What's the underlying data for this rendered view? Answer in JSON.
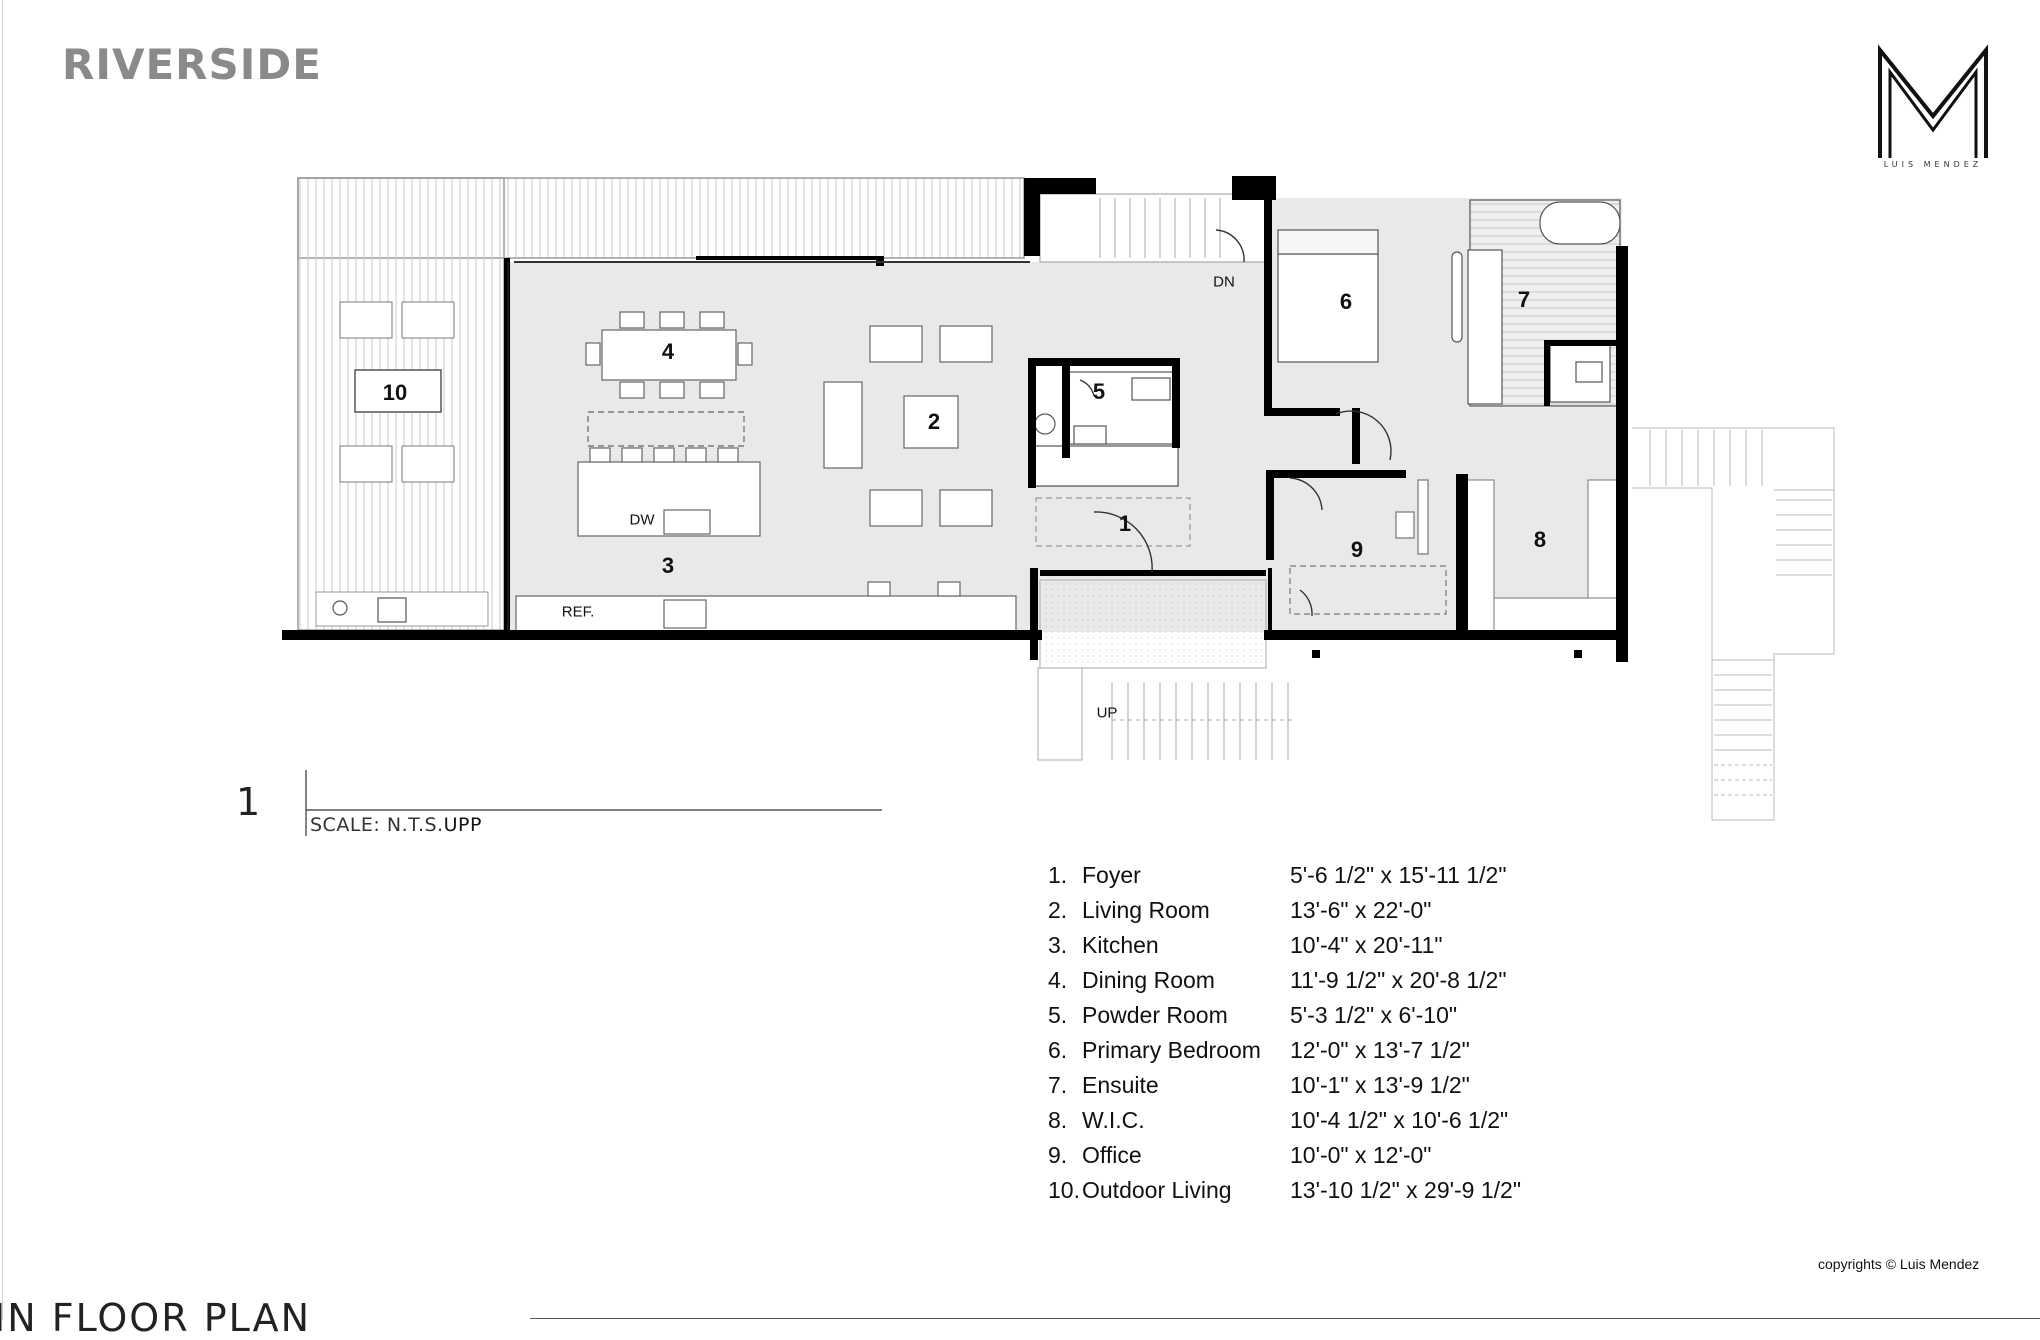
{
  "header": {
    "title": "RIVERSIDE",
    "logo_caption": "LUIS MENDEZ"
  },
  "plan_labels": {
    "room_1": "1",
    "room_2": "2",
    "room_3": "3",
    "room_4": "4",
    "room_5": "5",
    "room_6": "6",
    "room_7": "7",
    "room_8": "8",
    "room_9": "9",
    "room_10": "10",
    "dw": "DW",
    "ref": "REF.",
    "dn": "DN",
    "up": "UP"
  },
  "drawing": {
    "number": "1",
    "scale": "SCALE: N.T.S.",
    "scale_suffix": "UPP",
    "footer_title": "IN FLOOR PLAN"
  },
  "legend": [
    {
      "num": "1.",
      "name": "Foyer",
      "dim": "5'-6 1/2\" x 15'-11 1/2\""
    },
    {
      "num": "2.",
      "name": "Living Room",
      "dim": "13'-6\" x 22'-0\""
    },
    {
      "num": "3.",
      "name": "Kitchen",
      "dim": "10'-4\" x 20'-11\""
    },
    {
      "num": "4.",
      "name": "Dining Room",
      "dim": "11'-9 1/2\" x 20'-8 1/2\""
    },
    {
      "num": "5.",
      "name": "Powder Room",
      "dim": " 5'-3 1/2\" x 6'-10\""
    },
    {
      "num": "6.",
      "name": "Primary Bedroom",
      "dim": " 12'-0\" x  13'-7 1/2\""
    },
    {
      "num": "7.",
      "name": "Ensuite",
      "dim": " 10'-1\" x 13'-9 1/2\""
    },
    {
      "num": "8.",
      "name": "W.I.C.",
      "dim": " 10'-4 1/2\" x 10'-6 1/2\""
    },
    {
      "num": "9.",
      "name": "Office",
      "dim": "  10'-0\" x 12'-0\""
    },
    {
      "num": "10.",
      "name": "Outdoor Living",
      "dim": "  13'-10 1/2\" x 29'-9 1/2\""
    }
  ],
  "copyright": "copyrights © Luis Mendez"
}
